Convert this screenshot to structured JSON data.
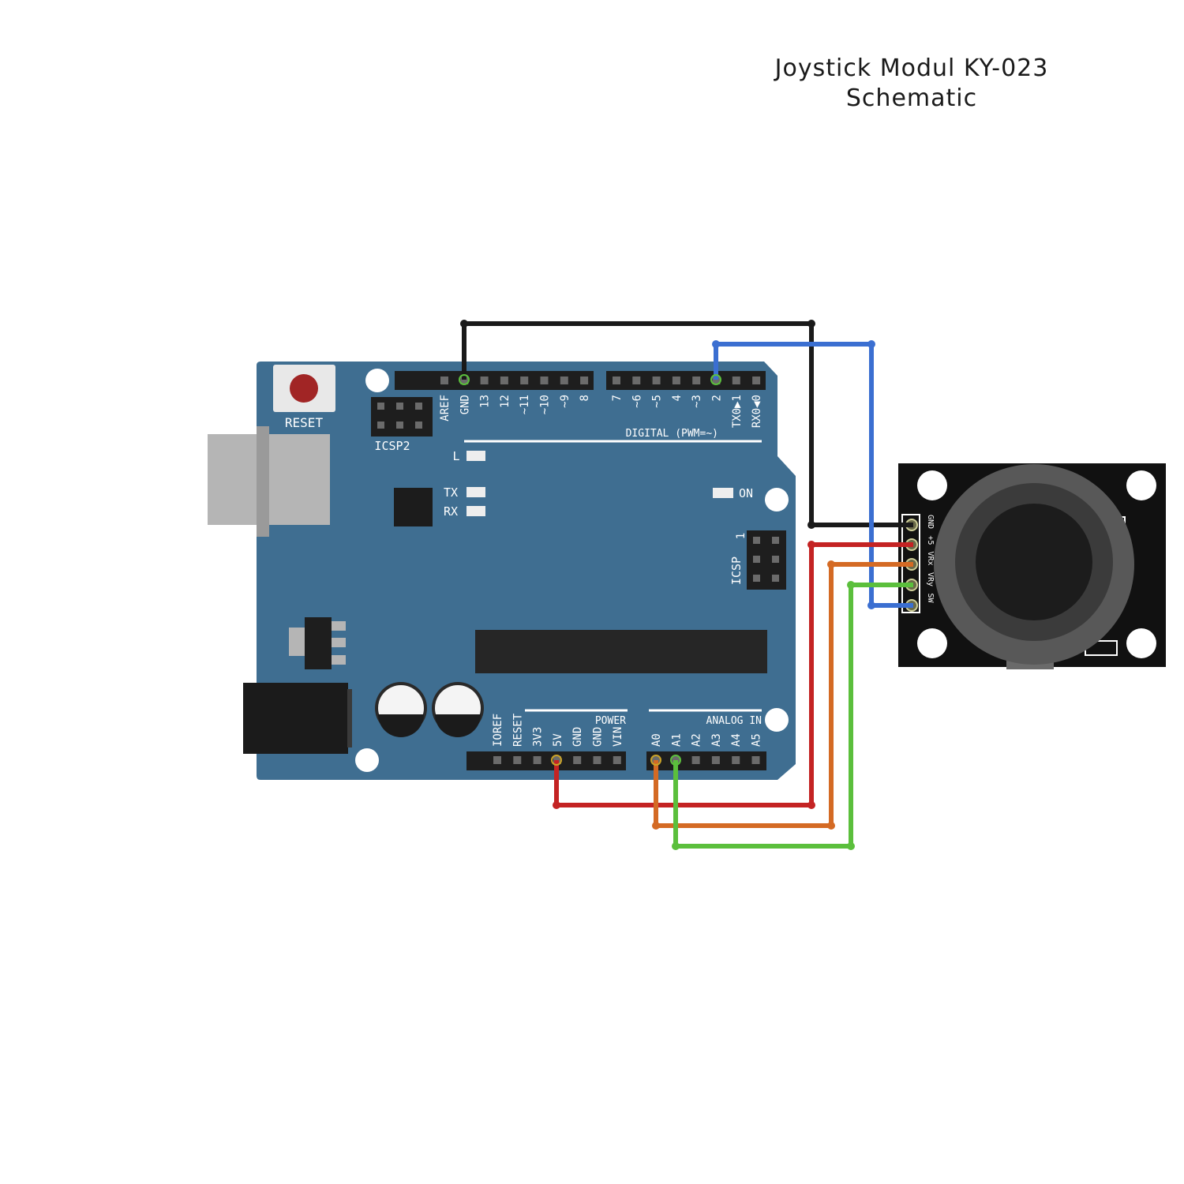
{
  "title": {
    "line1": "Joystick Modul KY-023",
    "line2": "Schematic"
  },
  "board": {
    "reset_label": "RESET",
    "icsp2_label": "ICSP2",
    "icsp_label": "ICSP",
    "icsp_pin1": "1",
    "led_l": "L",
    "led_tx": "TX",
    "led_rx": "RX",
    "led_on": "ON",
    "digital_label": "DIGITAL (PWM=~)",
    "power_label": "POWER",
    "analog_label": "ANALOG IN",
    "digital_pins_left": [
      "AREF",
      "GND",
      "13",
      "12",
      "~11",
      "~10",
      "~9",
      "8"
    ],
    "digital_pins_right": [
      "7",
      "~6",
      "~5",
      "4",
      "~3",
      "2",
      "TX0▶1",
      "RX0◀0"
    ],
    "power_pins": [
      "IOREF",
      "RESET",
      "3V3",
      "5V",
      "GND",
      "GND",
      "VIN"
    ],
    "analog_pins": [
      "A0",
      "A1",
      "A2",
      "A3",
      "A4",
      "A5"
    ]
  },
  "joystick": {
    "pins": [
      "GND",
      "+5",
      "VRx",
      "VRy",
      "SW"
    ]
  },
  "wires": [
    {
      "name": "gnd-wire",
      "from": "GND",
      "to": "GND",
      "color": "#1a1a1a"
    },
    {
      "name": "sw-wire",
      "from": "2",
      "to": "SW",
      "color": "#3b6fd1"
    },
    {
      "name": "5v-wire",
      "from": "5V",
      "to": "+5",
      "color": "#c42323"
    },
    {
      "name": "vrx-wire",
      "from": "A0",
      "to": "VRx",
      "color": "#d46a24"
    },
    {
      "name": "vry-wire",
      "from": "A1",
      "to": "VRy",
      "color": "#5bbf3c"
    }
  ],
  "colors": {
    "board": "#3f6e91",
    "reset_button": "#a12525",
    "joystick_pcb": "#111111"
  }
}
